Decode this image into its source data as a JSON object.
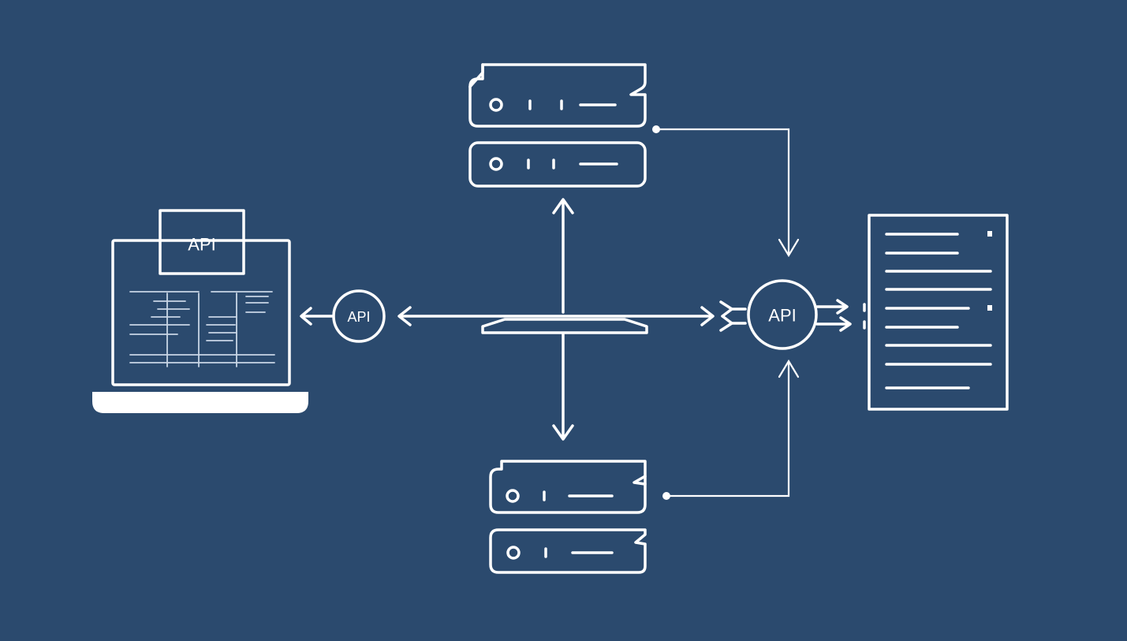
{
  "diagram": {
    "background": "#2b4a6e",
    "stroke_color": "#ffffff",
    "laptop": {
      "screen_tag_label": "API"
    },
    "left_gateway": {
      "label": "API"
    },
    "right_gateway": {
      "label": "API"
    },
    "servers": {
      "top_count": 2,
      "bottom_count": 2
    },
    "document": {
      "line_count": 9
    },
    "icons": [
      "laptop-icon",
      "server-stack-icon",
      "document-icon",
      "hub-icon",
      "arrow-icon"
    ]
  }
}
